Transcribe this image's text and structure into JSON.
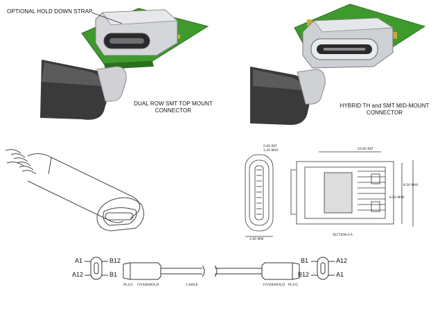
{
  "panels": {
    "top_left": {
      "callout": "OPTIONAL HOLD DOWN STRAP",
      "caption_line1": "DUAL ROW SMT TOP MOUNT",
      "caption_line2": "CONNECTOR"
    },
    "top_right": {
      "caption_line1": "HYBRID TH and SMT MID-MOUNT",
      "caption_line2": "CONNECTOR"
    },
    "drawing": {
      "dim_a": "0.60 REF",
      "dim_b": "3.20 MAX",
      "dim_c": "8.34 MAX",
      "dim_d": "6.83 MAX",
      "dim_e": "2.60 MIN",
      "dim_f": "10.00 REF",
      "section": "SECTION A-A"
    }
  },
  "cable_diagram": {
    "left_pins": {
      "a1": "A1",
      "a12": "A12",
      "b12": "B12",
      "b1": "B1"
    },
    "right_pins": {
      "b1": "B1",
      "b12": "B12",
      "a12": "A12",
      "a1": "A1"
    },
    "labels": {
      "plug_left": "PLUG",
      "overmold_left": "OVERMOLD",
      "cable": "CABLE",
      "overmold_right": "OVERMOLD",
      "plug_right": "PLUG"
    }
  },
  "colors": {
    "pcb_green": "#3f9a2e",
    "metal": "#c9ccd1",
    "plug_dark": "#3a3a3a"
  }
}
